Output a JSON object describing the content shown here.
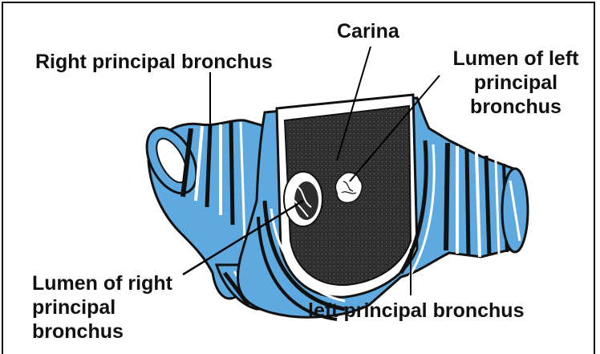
{
  "diagram": {
    "colors": {
      "cartilage_blue": "#5ea9df",
      "outline": "#111111",
      "lumen_dark": "#2d2d2d",
      "background": "#ffffff"
    },
    "labels": {
      "carina": "Carina",
      "right_principal_bronchus": "Right principal bronchus",
      "lumen_left": [
        "Lumen of left",
        "principal",
        "bronchus"
      ],
      "lumen_right": [
        "Lumen of right",
        "principal",
        "bronchus"
      ],
      "left_principal_bronchus": "left principal bronchus"
    }
  }
}
